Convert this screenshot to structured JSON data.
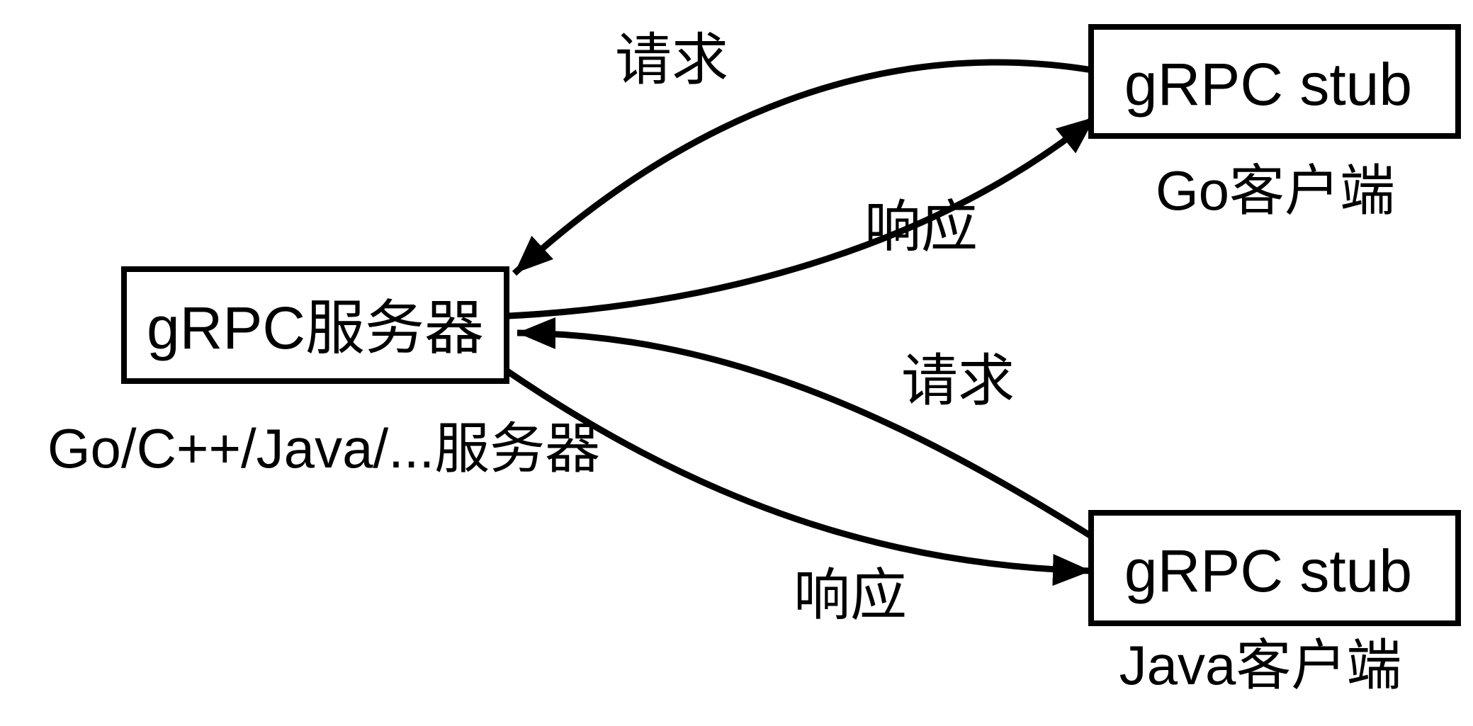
{
  "nodes": {
    "server": {
      "title": "gRPC服务器",
      "caption": "Go/C++/Java/...服务器"
    },
    "go_stub": {
      "title": "gRPC stub",
      "caption": "Go客户端"
    },
    "java_stub": {
      "title": "gRPC stub",
      "caption": "Java客户端"
    }
  },
  "edges": {
    "go_request": {
      "label": "请求",
      "from": "go_stub",
      "to": "server"
    },
    "go_response": {
      "label": "响应",
      "from": "server",
      "to": "go_stub"
    },
    "java_request": {
      "label": "请求",
      "from": "java_stub",
      "to": "server"
    },
    "java_response": {
      "label": "响应",
      "from": "server",
      "to": "java_stub"
    }
  },
  "colors": {
    "line": "#000000",
    "text": "#000000",
    "node_fill": "#ffffff",
    "background": "#ffffff"
  }
}
